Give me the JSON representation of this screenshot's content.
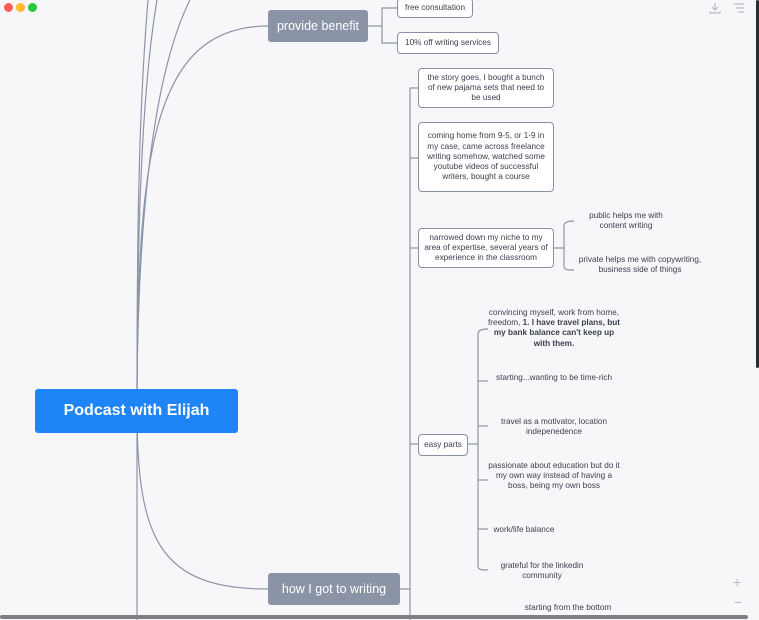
{
  "window": {
    "traffic_lights": [
      "#ff5f57",
      "#febc2e",
      "#28c840"
    ]
  },
  "toolbar": {
    "download_icon": "download-icon",
    "menu_icon": "menu-icon",
    "zoom_in": "+",
    "zoom_out": "−"
  },
  "central": {
    "label": "Podcast with Elijah",
    "color": "#1f84f5"
  },
  "branches": {
    "provide_benefit": {
      "label": "provide benefit",
      "children": [
        "free consultation",
        "10% off writing services"
      ]
    },
    "how_i_got_to_writing": {
      "label": "how I got to writing"
    }
  },
  "story": {
    "pajama": "the story goes, I bought a bunch of new pajama sets that need to be used",
    "coming_home": "coming home from 9-5, or 1-9 in my case, came across freelance writing somehow, watched some youtube videos of successful writers, bought a course",
    "niche": "narrowed down my niche to my area of expertise, several years of experience in the classroom",
    "niche_children": [
      "public helps me with content writing",
      "private helps me with copywriting, business side of things"
    ],
    "easy_parts": {
      "label": "easy parts",
      "children": {
        "convincing": {
          "normal": "convincing myself, work from home, freedom, ",
          "bold": "1. I have travel plans, but my bank balance can't keep up with them."
        },
        "time_rich": "starting...wanting to be time-rich",
        "travel": "travel as a motivator, location indepenedence",
        "education": "passionate about education but do it my own way instead of having a boss, being my own boss",
        "balance": "work/life balance",
        "linkedin": "grateful for the linkedin community"
      }
    },
    "bottom": "starting from the bottom"
  }
}
